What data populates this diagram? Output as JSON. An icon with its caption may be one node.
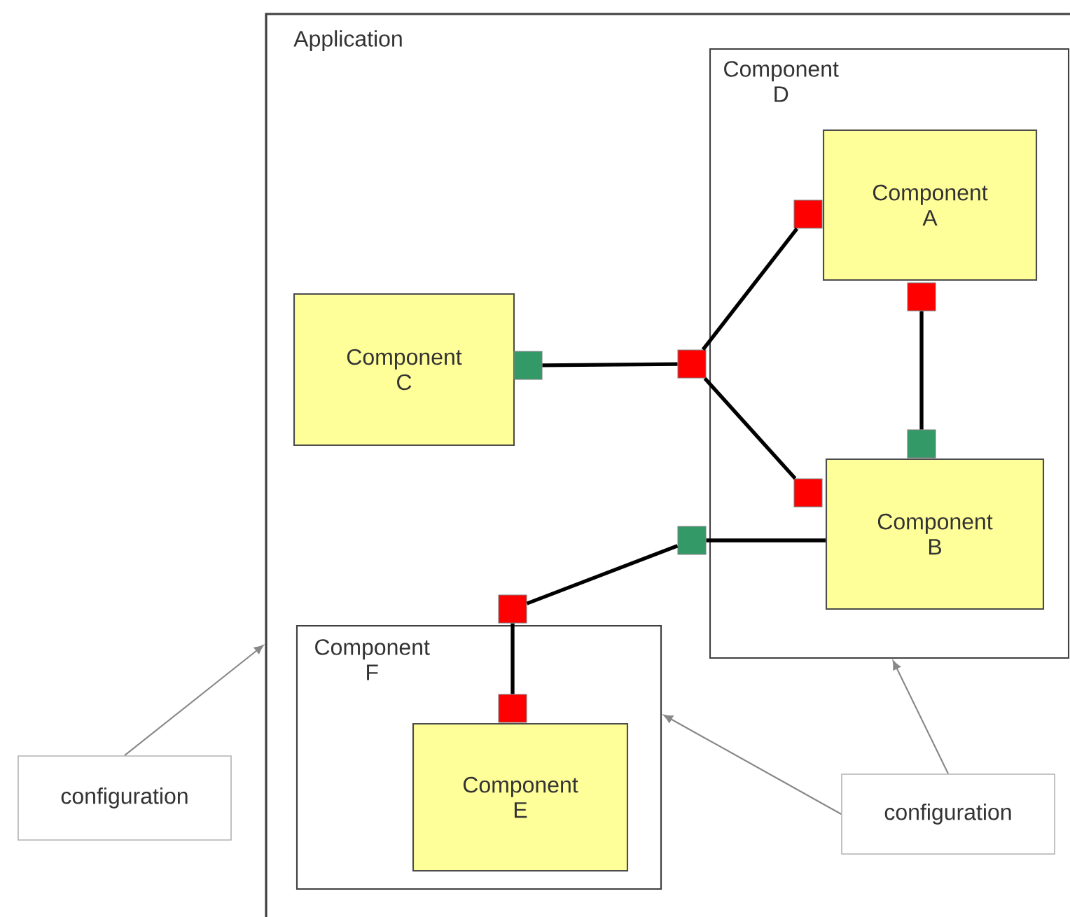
{
  "diagram": {
    "nodes": [
      {
        "text": [
          "Application"
        ]
      },
      {
        "text": [
          "Component D"
        ],
        "in": 0
      },
      {
        "text": [
          "Component A"
        ],
        "in": 1
      },
      {
        "text": [
          "Component B"
        ],
        "in": 1
      },
      {
        "text": [
          "Component C"
        ],
        "in": 0
      },
      {
        "text": [
          "Component F"
        ],
        "in": 0
      },
      {
        "text": [
          "Component E"
        ],
        "in": 5
      },
      {
        "text": [
          "configuration"
        ]
      },
      {
        "text": [
          "configuration"
        ],
        "in": 0
      },
      {
        "text": [],
        "shape": "box",
        "in": 0
      },
      {
        "text": [],
        "shape": "box",
        "in": 0
      },
      {
        "text": [],
        "shape": "box",
        "in": 1
      },
      {
        "text": [],
        "shape": "box",
        "in": 1
      },
      {
        "text": [],
        "shape": "box",
        "in": 1
      },
      {
        "text": [],
        "shape": "box",
        "in": 1
      },
      {
        "text": [],
        "shape": "box",
        "in": 0
      },
      {
        "text": [],
        "shape": "box",
        "in": 0
      },
      {
        "text": [],
        "shape": "box",
        "in": 5
      }
    ],
    "edges": [
      {
        "from": 9,
        "to": 10,
        "arrow": "none"
      },
      {
        "from": 10,
        "to": 11,
        "arrow": "none"
      },
      {
        "from": 10,
        "to": 14,
        "arrow": "none"
      },
      {
        "from": 12,
        "to": 13,
        "arrow": "none"
      },
      {
        "from": 15,
        "to": 3,
        "arrow": "none"
      },
      {
        "from": 16,
        "to": 15,
        "arrow": "none"
      },
      {
        "from": 16,
        "to": 17,
        "arrow": "none"
      },
      {
        "from": 7,
        "to": 0,
        "arrow": "to",
        "color": "#888888"
      },
      {
        "from": 8,
        "to": 1,
        "arrow": "to",
        "color": "#888888"
      },
      {
        "from": 8,
        "to": 5,
        "arrow": "to",
        "color": "#888888"
      }
    ]
  }
}
